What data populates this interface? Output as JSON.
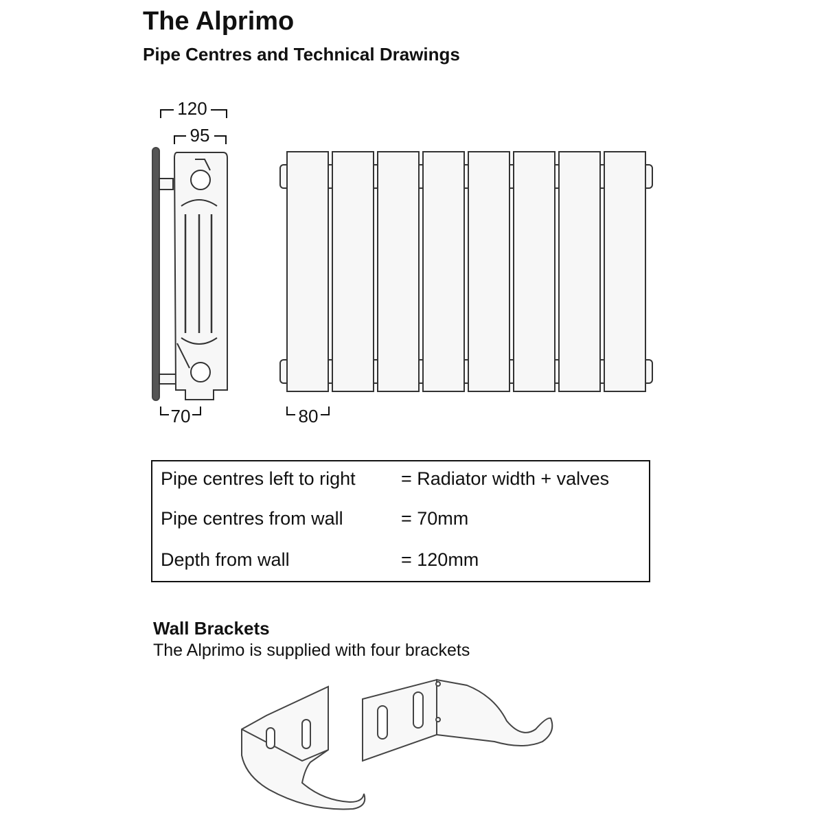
{
  "header": {
    "title": "The Alprimo",
    "subtitle": "Pipe Centres and Technical Drawings"
  },
  "drawing": {
    "dimensions": {
      "depth": "120",
      "body_depth": "95",
      "pipe_from_wall": "70",
      "section_width": "80"
    },
    "front_view_sections": 8
  },
  "specs": [
    {
      "label": "Pipe centres left to right",
      "value": "= Radiator width + valves"
    },
    {
      "label": "Pipe centres from wall",
      "value": "= 70mm"
    },
    {
      "label": "Depth from wall",
      "value": "= 120mm"
    }
  ],
  "brackets": {
    "heading": "Wall Brackets",
    "description": "The Alprimo is supplied with four brackets"
  },
  "colors": {
    "line": "#333333",
    "wall": "#555555",
    "panel_fill": "#f7f7f7"
  }
}
